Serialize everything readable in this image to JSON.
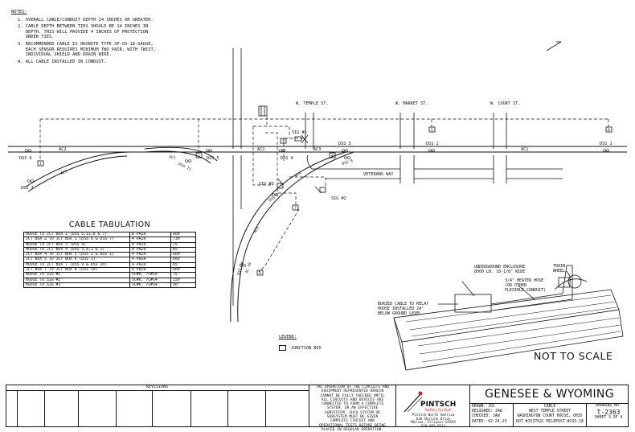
{
  "notes": {
    "title": "NOTES:",
    "items": [
      "1. OVERALL CABLE/CONDUIT DEPTH 24 INCHES OR GREATER.",
      "2. CABLE DEPTH BETWEEN TIES SHOULD BE 14 INCHES IN\n   DEPTH. THIS WILL PROVIDE 4 INCHES OF PROTECTION\n   UNDER TIES.",
      "3. RECOMMENDED CABLE IS OKONITE TYPE SP-OS-18-GAUGE,\n   EACH SENSOR REQUIRES MINIMUM TWO PAIR, WITH TWIST,\n   INDIVIDUAL SHIELD AND DRAIN WIRE.",
      "4. ALL CABLE INSTALLED IN CONDUIT."
    ]
  },
  "streets": {
    "temple": "W. TEMPLE ST.",
    "market": "W. MARKET ST.",
    "court": "W. COURT ST.",
    "veterans": "VETERANS WAY"
  },
  "track": {
    "ac2": "AC2",
    "ac2b": "AC2",
    "ac3": "AC3",
    "ac3b": "AC3",
    "ac1": "AC1",
    "ac1b": "AC1",
    "ac4": "AC4",
    "ac4b": "AC4",
    "ac10": "AC 10"
  },
  "sensors": {
    "dss1": "DSS 1",
    "dss2": "DSS 2",
    "dss3": "DSS 3",
    "dss4": "DSS 4",
    "dss5": "DSS 5",
    "dss6": "DSS 6",
    "dss7": "DSS 7",
    "dss8": "DSS 8",
    "dss9": "DSS 9",
    "dss10": "DSS 10",
    "dss11": "DSS 11"
  },
  "boxes": {
    "b1": "1",
    "b2": "2",
    "b3": "3",
    "b4": "4",
    "b5": "5",
    "b6": "6",
    "b7": "7",
    "b8": "8"
  },
  "signals": {
    "sig1": "SIG #1",
    "sig2": "SIG #2",
    "sig3": "SIG #3"
  },
  "cable_tabulation": {
    "title": "CABLE TABULATION",
    "rows": [
      [
        "HOUSE TO JCT BOX 2 (DSS 5,11,6 & 7)",
        "8 PAIR",
        "600'"
      ],
      [
        "JCT BOX 2 TO JCT BOX 1 (DSS 6 & DSS 7)",
        "4 PAIR",
        "730'"
      ],
      [
        "HOUSE TO JCT BOX 3 (DSS 4)",
        "4 PAIR",
        "25'"
      ],
      [
        "HOUSE TO JCT BOX 4 (DSS 3,8,2 & 1)",
        "8 PAIR",
        "85'"
      ],
      [
        "JCT BOX 4 TO JCT BOX 5 (DSS 2 & DSS 1)",
        "4 PAIR",
        "660'"
      ],
      [
        "JCT BOX 5 TO JCT BOX 6 (DSS 1)",
        "4 PAIR",
        "660'"
      ],
      [
        "HOUSE TO JCT BOX 7 (DSS 9 & DSS 10)",
        "4 PAIR",
        "85'"
      ],
      [
        "JCT BOX 7 TO JCT BOX 8 (DSS 10)",
        "4 PAIR",
        "660'"
      ],
      [
        "HOUSE TO SIG #1",
        "5C#6, 7C#14",
        "75'"
      ],
      [
        "HOUSE TO SIG #2",
        "5C#6, 7C#14",
        "150'"
      ],
      [
        "HOUSE TO SIG #3",
        "5C#6, 7C#14",
        "90'"
      ]
    ]
  },
  "detail": {
    "enclosure": "UNDERGROUND ENCLOSURE\n8000 LB. 18-1/8\" WIDE",
    "train_wheel": "TRAIN\nWHEEL",
    "heater_hose": "3/4\" HEATER HOSE\n(OR OTHER\nFLEXIBLE CONDUIT)",
    "buried": "BURIED CABLE TO RELAY\nHOUSE INSTALLED 24\"\nBELOW GROUND LEVEL"
  },
  "legend": {
    "title": "LEGEND:",
    "item": "-JUNCTION BOX"
  },
  "not_to_scale": "NOT TO SCALE",
  "title_block": {
    "revisions": "REVISIONS",
    "disclaimer": "THE OPERATION OF THE CIRCUITS AND\nEQUIPMENT REPRESENTED HEREIN\nCANNOT BE FULLY CHECKED UNTIL\nALL CIRCUITS AND DEVICES ARE\nCONNECTED TO FORM A COMPLETE\nSYSTEM, OR AN EFFECTIVE\nSUBSYSTEM. SUCH SYSTEM OR\nSUBSYSTEM MUST BE GIVEN\nCOMPLETE CIRCUIT AND\nOPERATIONAL TESTS BEFORE BEING\nPLACED IN REGULAR OPERATION.",
    "brand": "PINTSCH",
    "tagline": "Safety for Rail",
    "address": "Pintsch North America\n610 Skyline Drive\nMarion, Illinois 62959\n618-993-8513",
    "railroad": "GENESEE & WYOMING",
    "drawn": "DRAWN: JGC",
    "designed": "DESIGNED: JAW",
    "checked": "CHECKED: JAW",
    "dated": "DATED: 02-24-23",
    "subject1": "CABLE",
    "subject2": "WEST TEMPLE STREET",
    "subject3": "WASHINGTON COURT HOUSE, OHIO",
    "subject4": "DOT #153762C  MILEPOST #233.18",
    "drawing_no_label": "DRAWING NO.",
    "drawing_no": "T-2363",
    "sheet": "SHEET 3 OF 4"
  },
  "colors": {
    "ink": "#111111",
    "brand_red": "#c8281e"
  }
}
